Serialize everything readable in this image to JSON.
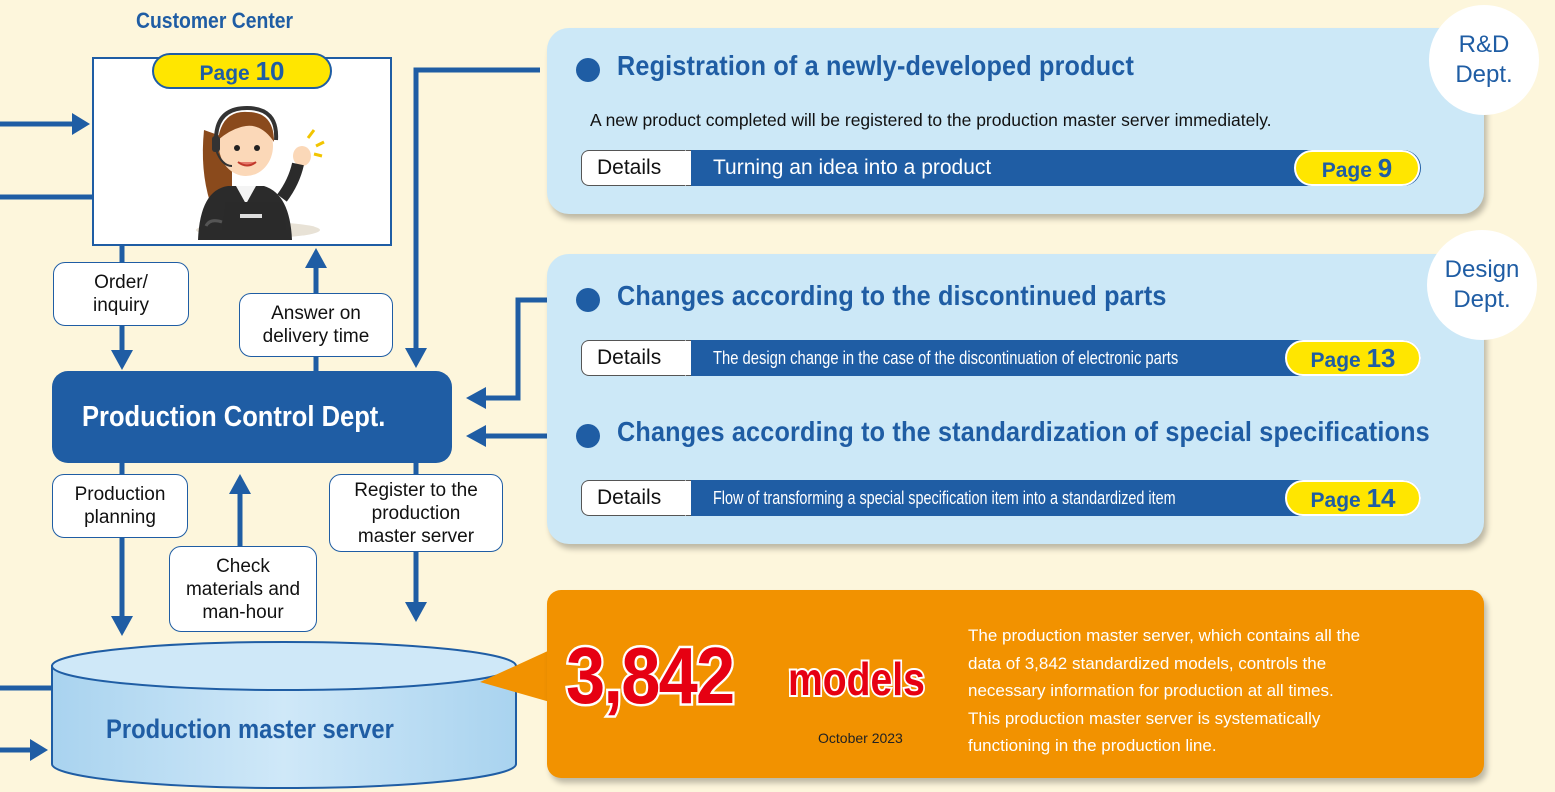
{
  "customer_center": {
    "title": "Customer Center",
    "page_label": "Page",
    "page_num": "10"
  },
  "flow_labels": {
    "order_line1": "Order/",
    "order_line2": "inquiry",
    "answer_line1": "Answer on",
    "answer_line2": "delivery time",
    "production_line1": "Production",
    "production_line2": "planning",
    "register_line1": "Register to the",
    "register_line2": "production",
    "register_line3": "master server",
    "check_line1": "Check",
    "check_line2": "materials and",
    "check_line3": "man-hour"
  },
  "production_control": {
    "title": "Production Control Dept."
  },
  "master_server": {
    "title": "Production master server"
  },
  "rd_panel": {
    "dept_line1": "R&D",
    "dept_line2": "Dept.",
    "heading": "Registration of a newly-developed product",
    "description": "A new product completed will be registered to the production master server immediately.",
    "details_label": "Details",
    "details_text": "Turning an idea into a product",
    "page_label": "Page",
    "page_num": "9"
  },
  "design_panel": {
    "dept_line1": "Design",
    "dept_line2": "Dept.",
    "item1": {
      "heading": "Changes according to the discontinued parts",
      "details_label": "Details",
      "details_text": "The design change in the case of the discontinuation of electronic parts",
      "page_label": "Page",
      "page_num": "13"
    },
    "item2": {
      "heading": "Changes according to the standardization of special specifications",
      "details_label": "Details",
      "details_text": "Flow of transforming a special specification item into a standardized item",
      "page_label": "Page",
      "page_num": "14"
    }
  },
  "models_panel": {
    "count": "3,842",
    "unit": "models",
    "date": "October 2023",
    "desc_line1": "The production master server, which contains all the",
    "desc_line2": "data of 3,842 standardized models, controls the",
    "desc_line3": "necessary information for production at all times.",
    "desc_line4": "This production master server is systematically",
    "desc_line5": "functioning in the production line."
  },
  "colors": {
    "background": "#fdf6dc",
    "brand_blue": "#1f5da4",
    "panel_blue": "#cce8f7",
    "accent_orange": "#f29200",
    "highlight_red": "#e60012",
    "page_yellow": "#ffe600"
  }
}
